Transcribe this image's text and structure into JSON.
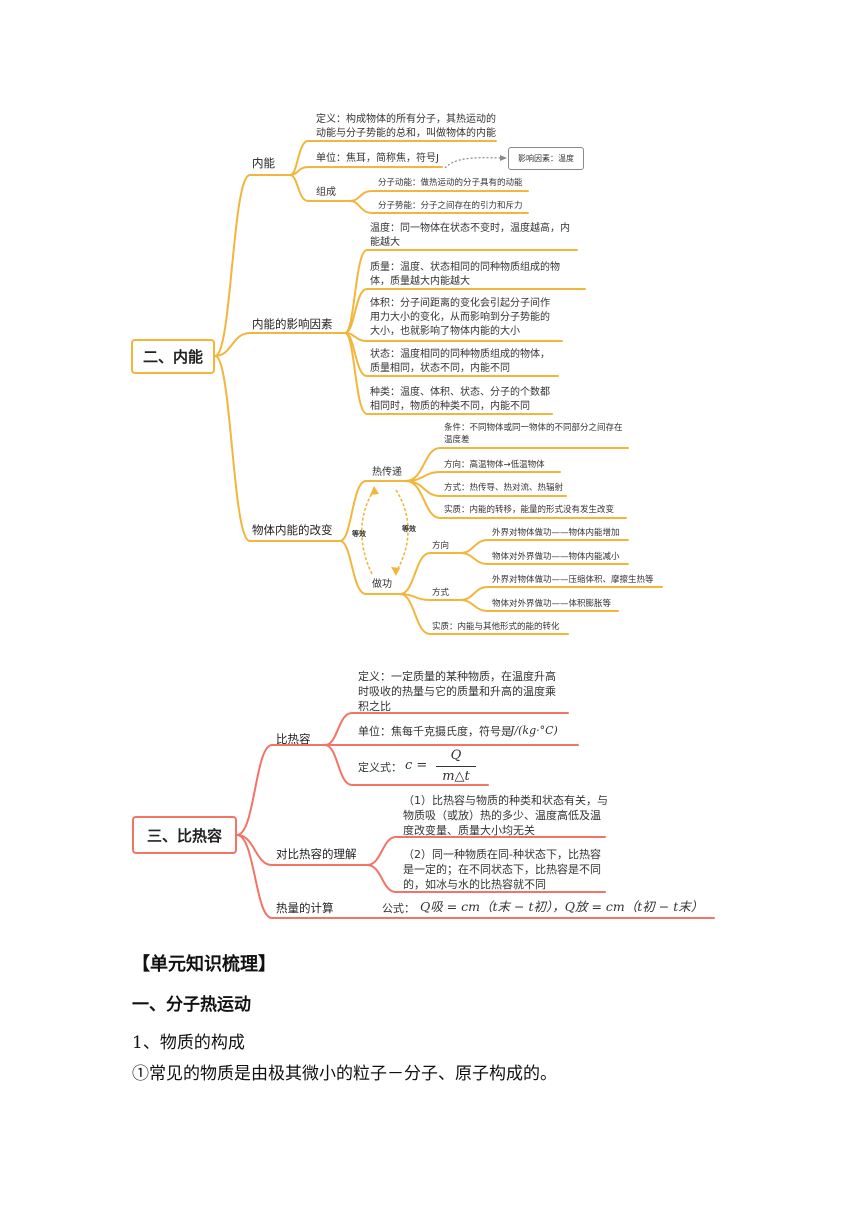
{
  "colors": {
    "internal_energy_branch": "#f2b63c",
    "specific_heat_branch": "#f27466",
    "dotted_link": "#8a8a8a"
  },
  "map1": {
    "root": "二、内能",
    "internal_energy": {
      "label": "内能",
      "definition": [
        "定义：构成物体的所有分子，其热运动的",
        "动能与分子势能的总和，叫做物体的内能"
      ],
      "unit": "单位：焦耳，简称焦，符号J",
      "influence_box": "影响因素：温度",
      "composition": {
        "label": "组成",
        "kinetic": "分子动能：做热运动的分子具有的动能",
        "potential": "分子势能：分子之间存在的引力和斥力"
      }
    },
    "factors": {
      "label": "内能的影响因素",
      "temperature": [
        "温度：同一物体在状态不变时，温度越高，内",
        "能越大"
      ],
      "mass": [
        "质量：温度、状态相同的同种物质组成的物",
        "体，质量越大内能越大"
      ],
      "volume": [
        "体积：分子间距离的变化会引起分子间作",
        "用力大小的变化，从而影响到分子势能的",
        "大小，也就影响了物体内能的大小"
      ],
      "state": [
        "状态：温度相同的同种物质组成的物体，",
        "质量相同，状态不同，内能不同"
      ],
      "kind": [
        "种类：温度、体积、状态、分子的个数都",
        "相同时，物质的种类不同，内能不同"
      ]
    },
    "change": {
      "label": "物体内能的改变",
      "heat_transfer": {
        "label": "热传递",
        "condition": [
          "条件：不同物体或同一物体的不同部分之间存在",
          "温度差"
        ],
        "direction": "方向：高温物体→低温物体",
        "method": "方式：热传导、热对流、热辐射",
        "essence": "实质：内能的转移，能量的形式没有发生改变"
      },
      "equivalent_left": "等效",
      "equivalent_right": "等效",
      "work": {
        "label": "做功",
        "direction": {
          "label": "方向",
          "on_body": "外界对物体做功——物体内能增加",
          "by_body": "物体对外界做功——物体内能减小"
        },
        "method": {
          "label": "方式",
          "on_body": "外界对物体做功——压缩体积、摩擦生热等",
          "by_body": "物体对外界做功——体积膨胀等"
        },
        "essence": "实质：内能与其他形式的能的转化"
      }
    }
  },
  "map2": {
    "root": "三、比热容",
    "specific_heat": {
      "label": "比热容",
      "definition": [
        "定义：一定质量的某种物质，在温度升高",
        "时吸收的热量与它的质量和升高的温度乘",
        "积之比"
      ],
      "unit_text": "单位：焦每千克摄氏度，符号是",
      "unit_symbol": "J/(kg·°C)",
      "formula_label": "定义式：",
      "formula_lhs": "c =",
      "formula_num": "Q",
      "formula_den": "m△t"
    },
    "understanding": {
      "label": "对比热容的理解",
      "item1": [
        "（1）比热容与物质的种类和状态有关，与",
        "物质吸（或放）热的多少、温度高低及温",
        "度改变量、质量大小均无关"
      ],
      "item2": [
        "（2）同一种物质在同-种状态下，比热容",
        "是一定的；在不同状态下，比热容是不同",
        "的，如冰与水的比热容就不同"
      ]
    },
    "calculation": {
      "label": "热量的计算",
      "formula_label": "公式：",
      "formula": "Q吸 = cm（t末 − t初），Q放 = cm（t初 − t末）"
    }
  },
  "document": {
    "heading": "【单元知识梳理】",
    "section": "一、分子热运动",
    "subsection": "1、物质的构成",
    "paragraph": "①常见的物质是由极其微小的粒子－分子、原子构成的。"
  }
}
